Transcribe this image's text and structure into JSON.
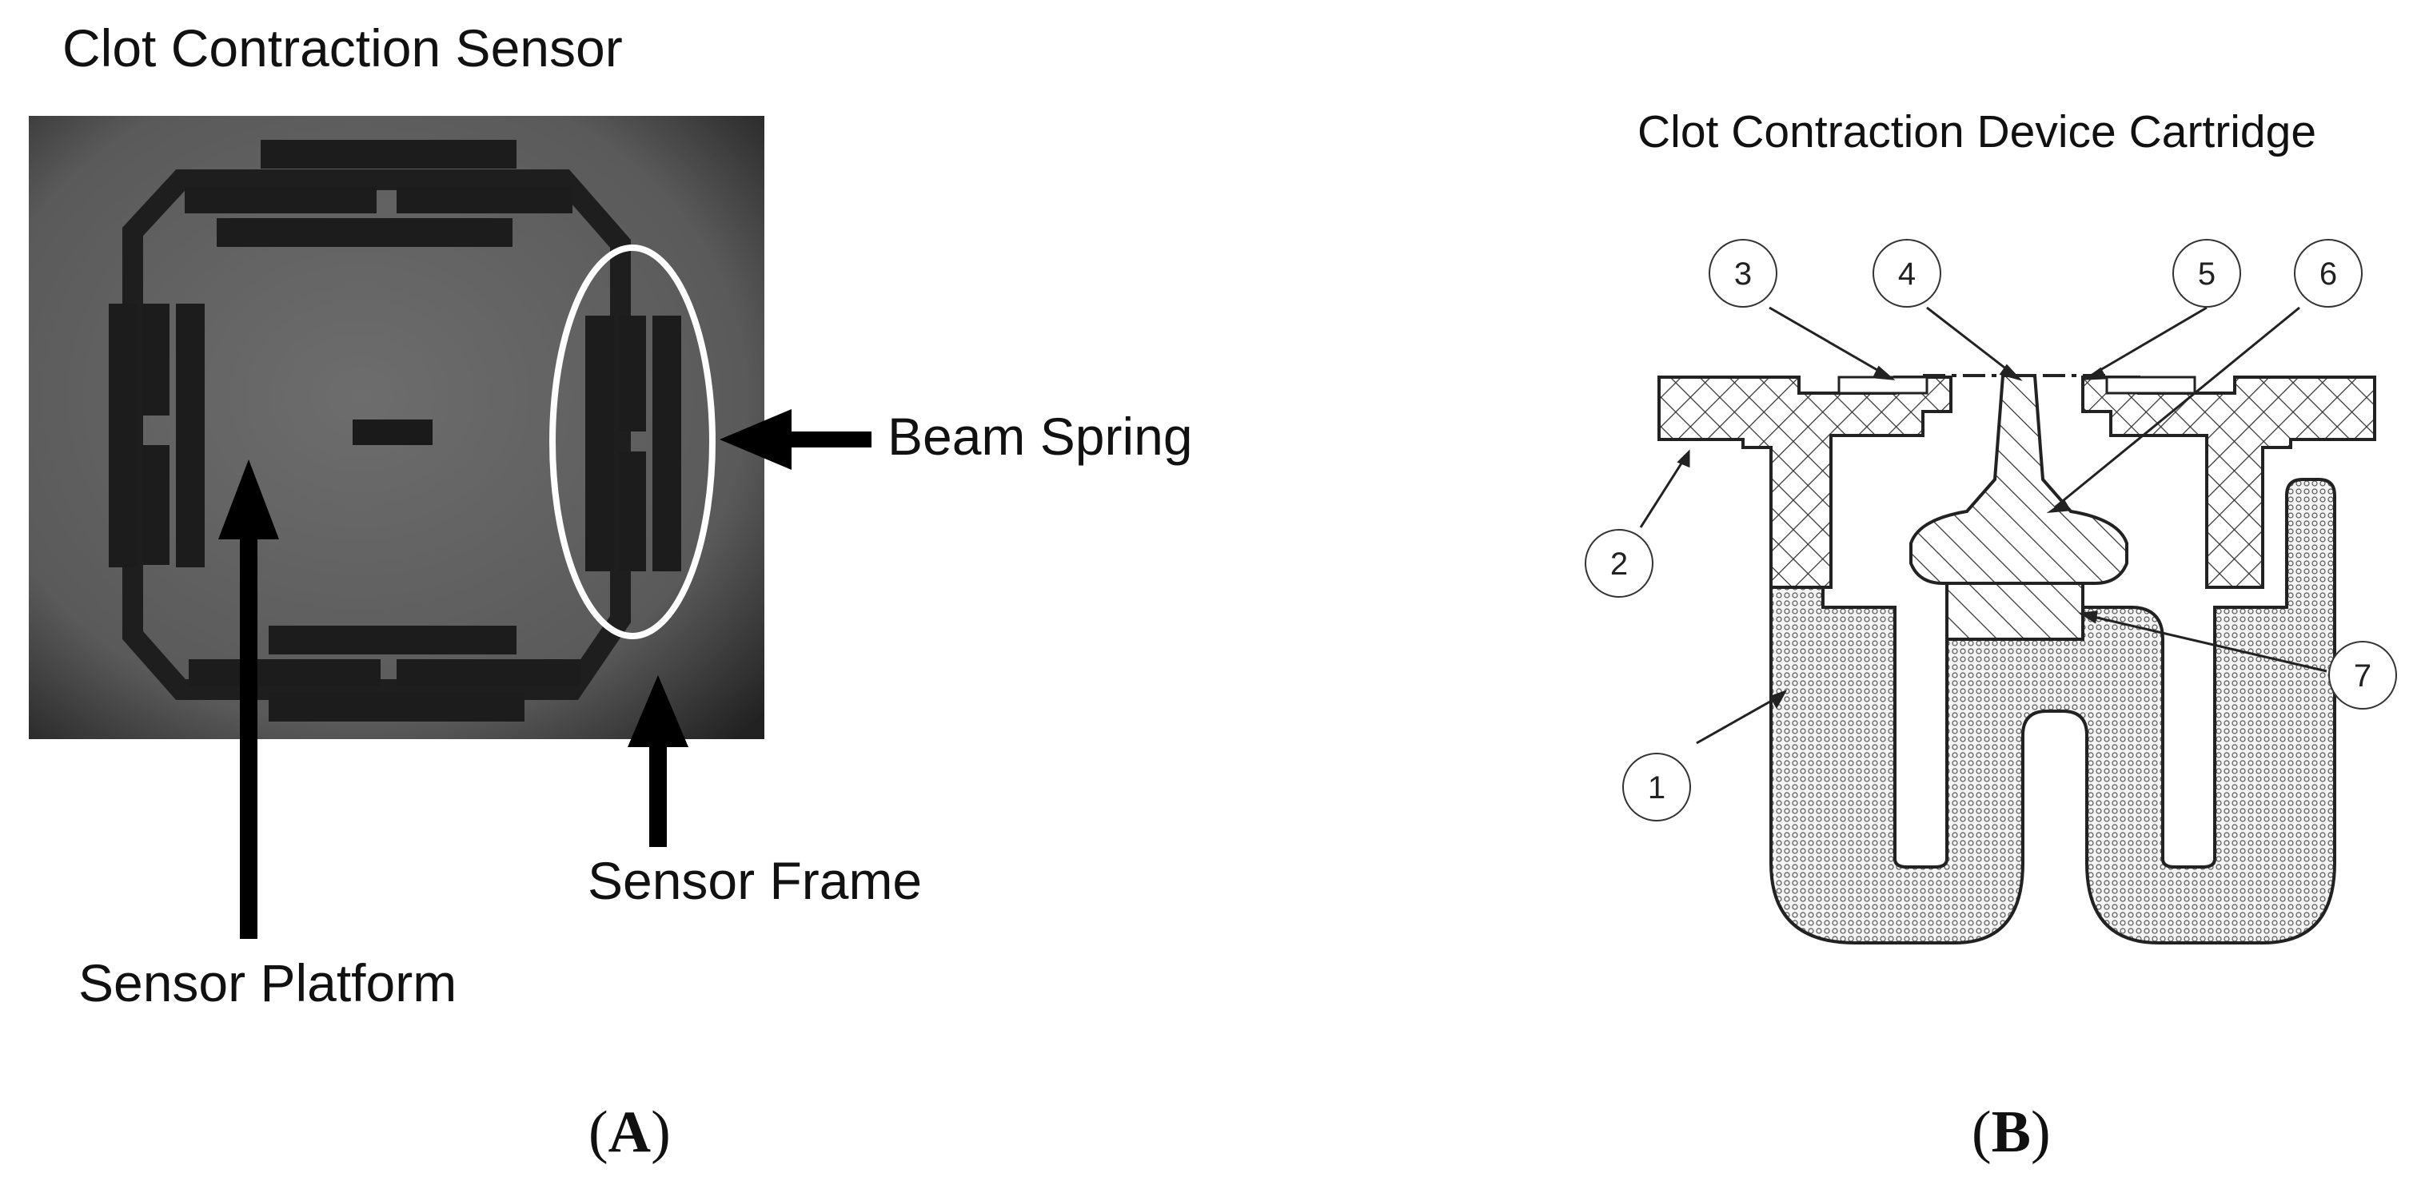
{
  "panel_a": {
    "title": "Clot Contraction Sensor",
    "labels": {
      "beam_spring": "Beam Spring",
      "sensor_frame": "Sensor Frame",
      "sensor_platform": "Sensor Platform"
    },
    "caption_open": "(",
    "caption_letter": "A",
    "caption_close": ")"
  },
  "panel_b": {
    "title": "Clot Contraction Device Cartridge",
    "callouts": [
      "1",
      "2",
      "3",
      "4",
      "5",
      "6",
      "7"
    ],
    "caption_open": "(",
    "caption_letter": "B",
    "caption_close": ")"
  }
}
